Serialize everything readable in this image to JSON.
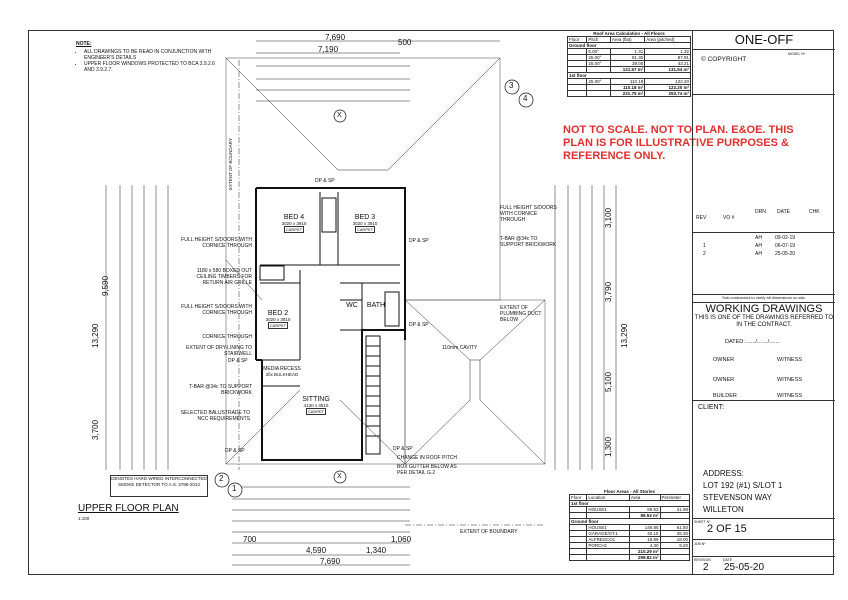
{
  "notes": {
    "heading": "NOTE:",
    "items": [
      "ALL DRAWINGS TO BE READ IN CONJUNCTION WITH ENGINEER'S DETAILS",
      "UPPER FLOOR WINDOWS PROTECTED TO BCA 3.9.2.6 AND 3.9.2.7."
    ]
  },
  "disclaimer": "NOT TO SCALE. NOT TO PLAN. E&OE. THIS PLAN IS FOR ILLUSTRATIVE PURPOSES & REFERENCE ONLY.",
  "plan": {
    "title": "UPPER FLOOR PLAN",
    "scale": "1:100",
    "smoke_note": "DENOTES HARD-WIRED INTERCONNECTED SMOKE DETECTOR TO A.S. 3786-2014",
    "rooms": [
      {
        "name": "BED 4",
        "size": "3020 x 3910",
        "floor": "CARPET"
      },
      {
        "name": "BED 3",
        "size": "3020 x 3910",
        "floor": "CARPET"
      },
      {
        "name": "BED 2",
        "size": "3020 x 3810",
        "floor": "CARPET"
      },
      {
        "name": "BATH",
        "size": "",
        "floor": ""
      },
      {
        "name": "WC",
        "size": "",
        "floor": ""
      },
      {
        "name": "SITTING",
        "size": "4130 x 4510",
        "floor": "CARPET"
      },
      {
        "name": "MEDIA RECESS",
        "size": "2fix BULKHEAD",
        "floor": ""
      }
    ],
    "top_dims": {
      "overall": "7,690",
      "inner": "7,190",
      "right": "500"
    },
    "bottom_dims": {
      "overall": "7,690",
      "a": "4,590",
      "b": "1,340",
      "c": "1,060",
      "d": "700"
    },
    "left_dims": {
      "overall": "13,290",
      "a": "9,590",
      "b": "3,700"
    },
    "right_dims": {
      "overall": "13,290",
      "a": "3,100",
      "b": "3,790",
      "c": "5,100",
      "d": "1,300"
    },
    "annotations": [
      "FULL HEIGHT S/DOORS WITH CORNICE THROUGH",
      "1180 x 580 BOXED OUT CEILING TIMBERS FOR RETURN AIR GRILLE",
      "FULL HEIGHT S/DOORS WITH CORNICE THROUGH",
      "CORNICE THROUGH",
      "EXTENT OF DRY-LINING TO STAIRWELL",
      "T-BAR @34c TO SUPPORT BRICKWORK",
      "SELECTED BALUSTRADE TO NCC REQUIREMENTS",
      "FULL HEIGHT S/DOORS WITH CORNICE THROUGH",
      "T-BAR @34c TO SUPPORT BRICKWORK",
      "EXTENT OF PLUMBING DUCT BELOW",
      "110mm CAVITY",
      "CHANGE IN ROOF PITCH",
      "BOX GUTTER BELOW AS PER DETAIL G.2",
      "EXTENT OF BOUNDARY",
      "EXTENT OF BOUNDARY"
    ],
    "markers": [
      "X",
      "X",
      "1",
      "2",
      "3",
      "4"
    ],
    "window_labels": [
      "DP & SP",
      "DP & SP",
      "DP & SP",
      "DP & SP",
      "DP & SP",
      "DP & SP"
    ]
  },
  "roof_table": {
    "title": "Roof Area Calculation - All Floors",
    "headers": [
      "Floor",
      "Pitch",
      "Area (flat)",
      "Area (pitched)"
    ],
    "sections": [
      {
        "name": "Ground floor",
        "rows": [
          [
            "",
            "5.00°",
            "1.31",
            "1.32"
          ],
          [
            "",
            "25.00°",
            "81.30",
            "87.81"
          ],
          [
            "",
            "25.00°",
            "39.00",
            "43.21"
          ]
        ],
        "total": [
          "121.57 m²",
          "131.54 m²"
        ]
      },
      {
        "name": "1st floor",
        "rows": [
          [
            "",
            "25.00°",
            "110.18",
            "122.20"
          ]
        ],
        "total": [
          "110.18 m²",
          "122.20 m²"
        ]
      }
    ],
    "grand_total": [
      "231.75 m²",
      "253.74 m²"
    ]
  },
  "floor_table": {
    "title": "Floor Areas - All Stories",
    "headers": [
      "Floor",
      "Location",
      "Area",
      "Perimeter"
    ],
    "sections": [
      {
        "name": "1st floor",
        "rows": [
          [
            "",
            "HOUSE1",
            "89.53",
            "41.98"
          ]
        ],
        "total": "89.53 m²"
      },
      {
        "name": "Ground floor",
        "rows": [
          [
            "",
            "HOUSE1",
            "146.85",
            "61.50"
          ],
          [
            "",
            "GARAGE/ST.1",
            "40.15",
            "26.30"
          ],
          [
            "",
            "ALFRESCO1",
            "19.89",
            "18.00"
          ],
          [
            "",
            "PORCH1",
            "4.30",
            "9.20"
          ]
        ],
        "total": "210.29 m²"
      }
    ],
    "grand_total": "299.82 m²"
  },
  "title_block": {
    "company": "ONE-OFF",
    "copyright": "© COPYRIGHT",
    "model_label": "MODEL Nº",
    "rev_headers": [
      "REV",
      "VO #",
      "DRN",
      "DATE",
      "CHK"
    ],
    "revisions": [
      [
        "",
        "",
        "AH",
        "09-02-19",
        ""
      ],
      [
        "1",
        "",
        "AH",
        "06-07-19",
        ""
      ],
      [
        "2",
        "",
        "AH",
        "25-05-20",
        ""
      ]
    ],
    "subcontractor_note": "Sub-contractors to verify all dimensions on site.",
    "working_title": "WORKING DRAWINGS",
    "working_sub": "THIS IS ONE OF THE DRAWINGS REFERRED TO IN THE CONTRACT.",
    "dated": "DATED:......./......./.......",
    "sign_rows": [
      [
        "OWNER",
        "WITNESS"
      ],
      [
        "OWNER",
        "WITNESS"
      ],
      [
        "BUILDER",
        "WITNESS"
      ]
    ],
    "client_label": "CLIENT:",
    "address_label": "ADDRESS:",
    "address_lines": [
      "LOT 192 (#1) S/LOT 1",
      "STEVENSON WAY",
      "WILLETON"
    ],
    "sheet_label": "SHEET Nº",
    "sheet_value": "2 OF 15",
    "job_label": "JOB Nº",
    "rev_label": "REVISION",
    "date_label": "DATE",
    "rev_value": "2",
    "date_value": "25-05-20"
  }
}
